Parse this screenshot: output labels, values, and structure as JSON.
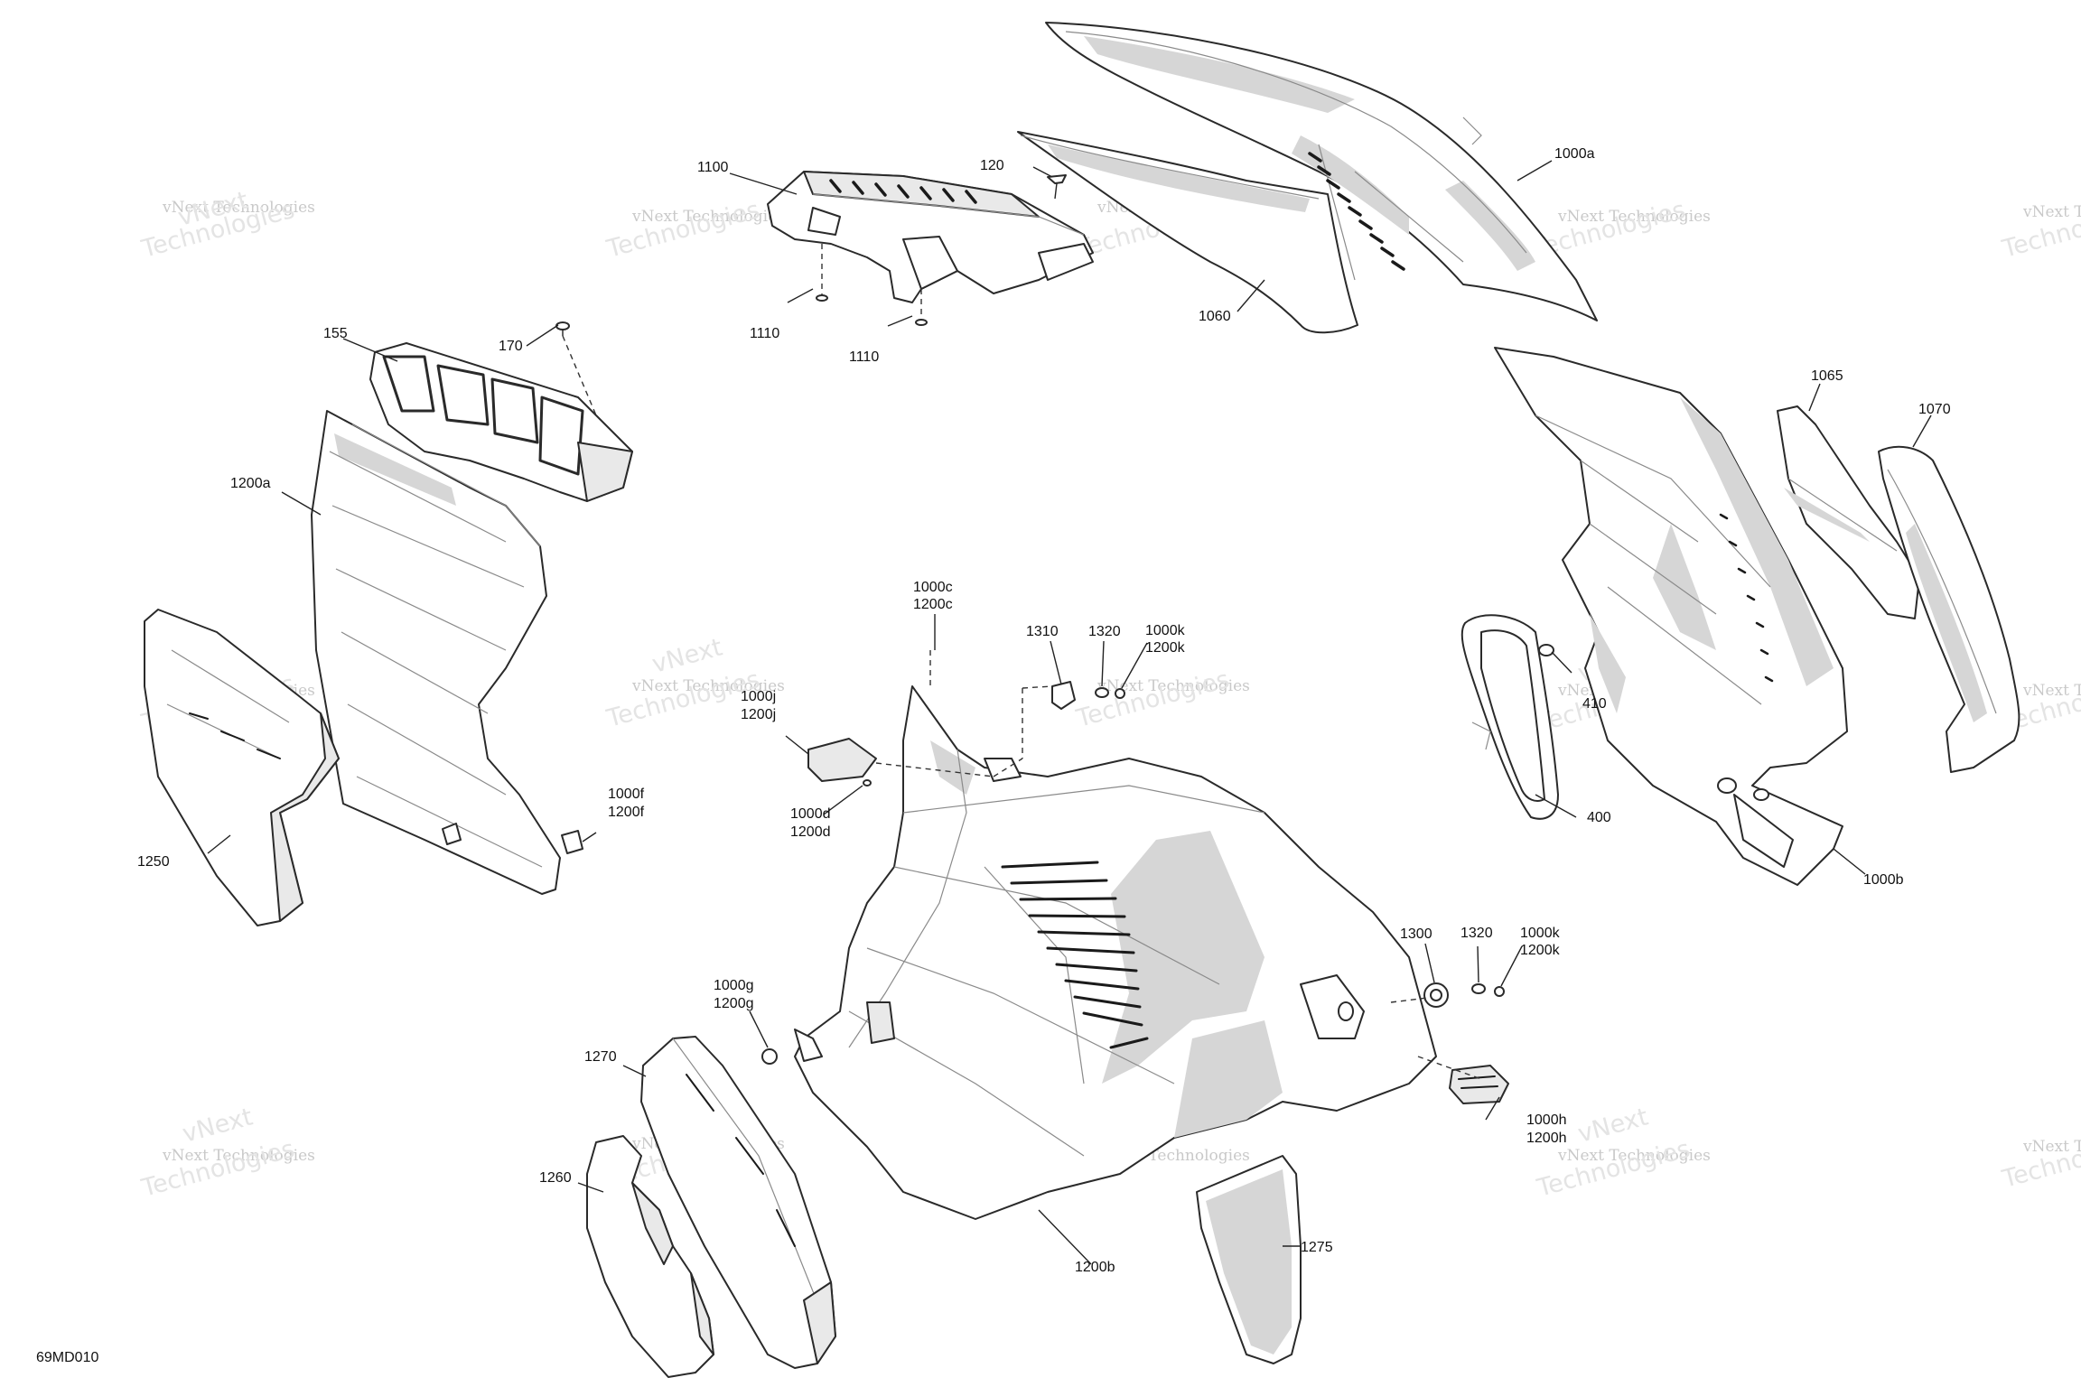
{
  "diagram_id": "69MD010",
  "watermark": {
    "line1": "vNext Technologies",
    "line2": "vNext",
    "line3": "Technologies"
  },
  "callouts": [
    {
      "id": "c1100",
      "text": "1100"
    },
    {
      "id": "c120",
      "text": "120"
    },
    {
      "id": "c1000a",
      "text": "1000a"
    },
    {
      "id": "c1110a",
      "text": "1110"
    },
    {
      "id": "c1110b",
      "text": "1110"
    },
    {
      "id": "c1060",
      "text": "1060"
    },
    {
      "id": "c155",
      "text": "155"
    },
    {
      "id": "c170",
      "text": "170"
    },
    {
      "id": "c1200a",
      "text": "1200a"
    },
    {
      "id": "c1065",
      "text": "1065"
    },
    {
      "id": "c1070",
      "text": "1070"
    },
    {
      "id": "c1000c",
      "text": "1000c"
    },
    {
      "id": "c1200c",
      "text": "1200c"
    },
    {
      "id": "c1310",
      "text": "1310"
    },
    {
      "id": "c1320a",
      "text": "1320"
    },
    {
      "id": "c1000k_a",
      "text": "1000k"
    },
    {
      "id": "c1200k_a",
      "text": "1200k"
    },
    {
      "id": "c1000j",
      "text": "1000j"
    },
    {
      "id": "c1200j",
      "text": "1200j"
    },
    {
      "id": "c410",
      "text": "410"
    },
    {
      "id": "c1000d",
      "text": "1000d"
    },
    {
      "id": "c1200d",
      "text": "1200d"
    },
    {
      "id": "c1000f",
      "text": "1000f"
    },
    {
      "id": "c1200f",
      "text": "1200f"
    },
    {
      "id": "c400",
      "text": "400"
    },
    {
      "id": "c1250",
      "text": "1250"
    },
    {
      "id": "c1000b",
      "text": "1000b"
    },
    {
      "id": "c1300",
      "text": "1300"
    },
    {
      "id": "c1320b",
      "text": "1320"
    },
    {
      "id": "c1000k_b",
      "text": "1000k"
    },
    {
      "id": "c1200k_b",
      "text": "1200k"
    },
    {
      "id": "c1000g",
      "text": "1000g"
    },
    {
      "id": "c1200g",
      "text": "1200g"
    },
    {
      "id": "c1270",
      "text": "1270"
    },
    {
      "id": "c1000h",
      "text": "1000h"
    },
    {
      "id": "c1200h",
      "text": "1200h"
    },
    {
      "id": "c1260",
      "text": "1260"
    },
    {
      "id": "c1200b",
      "text": "1200b"
    },
    {
      "id": "c1275",
      "text": "1275"
    }
  ]
}
